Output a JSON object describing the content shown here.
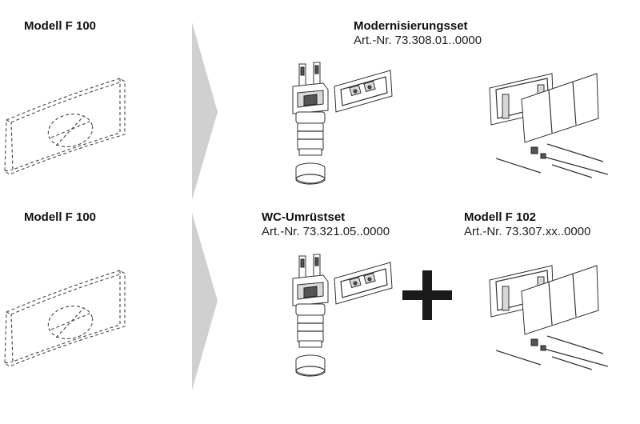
{
  "rows": [
    {
      "source": {
        "title": "Modell F 100"
      },
      "targets": [
        {
          "title": "Modernisierungsset",
          "art": "Art.-Nr. 73.308.01..0000"
        }
      ]
    },
    {
      "source": {
        "title": "Modell F 100"
      },
      "targets": [
        {
          "title": "WC-Umrüstset",
          "art": "Art.-Nr. 73.321.05..0000"
        },
        {
          "title": "Modell F 102",
          "art": "Art.-Nr. 73.307.xx..0000"
        }
      ]
    }
  ],
  "colors": {
    "arrow": "#d0d0d0",
    "plus": "#1a1a1a"
  },
  "icons": {
    "old_cover": "flush-plate-dashed-icon",
    "valve": "flush-valve-icon",
    "bracket": "mounting-bracket-icon",
    "plate_kit": "flush-plate-kit-icon",
    "plus": "plus-icon",
    "arrow": "chevron-arrow-icon"
  }
}
